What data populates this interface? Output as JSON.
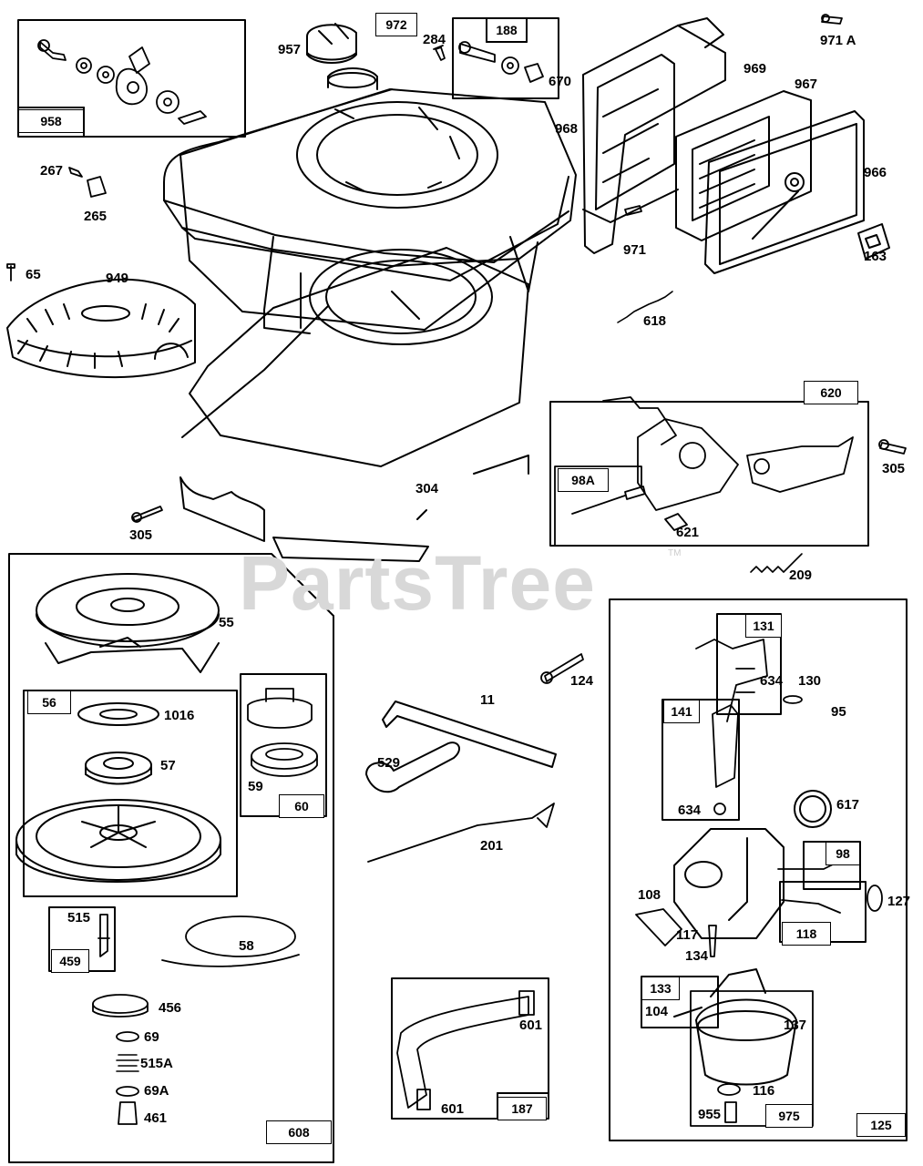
{
  "watermark": {
    "text": "PartsTree",
    "mark": "TM"
  },
  "part_numbers": {
    "p972": "972",
    "p957": "957",
    "p284": "284",
    "p188": "188",
    "p670": "670",
    "p971A": "971 A",
    "p969": "969",
    "p967": "967",
    "p958": "958",
    "p968": "968",
    "p267": "267",
    "p265": "265",
    "p966": "966",
    "p971": "971",
    "p163": "163",
    "p65": "65",
    "p949": "949",
    "p618": "618",
    "p620": "620",
    "p98A": "98A",
    "p305a": "305",
    "p304": "304",
    "p305b": "305",
    "p621": "621",
    "p209": "209",
    "p55": "55",
    "p56": "56",
    "p1016": "1016",
    "p57": "57",
    "p59": "59",
    "p60": "60",
    "p124": "124",
    "p11": "11",
    "p529": "529",
    "p201": "201",
    "p131": "131",
    "p634a": "634",
    "p130": "130",
    "p95": "95",
    "p141": "141",
    "p634b": "634",
    "p617": "617",
    "p98": "98",
    "p108": "108",
    "p127": "127",
    "p117": "117",
    "p118": "118",
    "p134": "134",
    "p515": "515",
    "p459": "459",
    "p58": "58",
    "p456": "456",
    "p69": "69",
    "p515A": "515A",
    "p69A": "69A",
    "p461": "461",
    "p608": "608",
    "p601a": "601",
    "p601b": "601",
    "p187": "187",
    "p133": "133",
    "p104": "104",
    "p137": "137",
    "p116": "116",
    "p955": "955",
    "p975": "975",
    "p125": "125"
  }
}
